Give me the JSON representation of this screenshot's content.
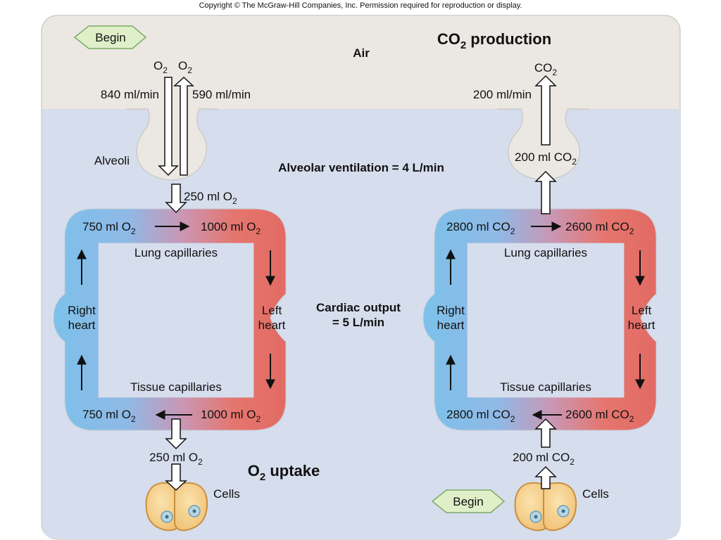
{
  "copyright": "Copyright © The McGraw-Hill Companies, Inc. Permission required for reproduction or display.",
  "begin_label": "Begin",
  "air_label": "Air",
  "co2_production": {
    "main": "CO",
    "sub": "2",
    "rest": " production"
  },
  "o2_uptake": {
    "main": "O",
    "sub": "2",
    "rest": " uptake"
  },
  "alveoli_label": "Alveoli",
  "alveolar_ventilation": "Alveolar ventilation = 4 L/min",
  "cardiac_output": {
    "line1": "Cardiac output",
    "line2": "= 5 L/min"
  },
  "left_loop": {
    "o2_in_gas": "O",
    "o2_in_sub": "2",
    "o2_out_gas": "O",
    "o2_out_sub": "2",
    "inspired_rate": "840 ml/min",
    "expired_rate": "590 ml/min",
    "lung_transfer": {
      "main": "250 ml O",
      "sub": "2"
    },
    "lung_venous": {
      "main": "750 ml O",
      "sub": "2"
    },
    "lung_arterial": {
      "main": "1000 ml O",
      "sub": "2"
    },
    "tissue_venous": {
      "main": "750 ml O",
      "sub": "2"
    },
    "tissue_arterial": {
      "main": "1000 ml O",
      "sub": "2"
    },
    "tissue_transfer": {
      "main": "250 ml O",
      "sub": "2"
    },
    "lung_capillaries": "Lung capillaries",
    "tissue_capillaries": "Tissue capillaries",
    "right_heart": {
      "line1": "Right",
      "line2": "heart"
    },
    "left_heart": {
      "line1": "Left",
      "line2": "heart"
    },
    "cells": "Cells"
  },
  "right_loop": {
    "co2_gas": {
      "main": "CO",
      "sub": "2"
    },
    "expired_rate": "200 ml/min",
    "alveoli_amount": {
      "main": "200 ml CO",
      "sub": "2"
    },
    "lung_venous": {
      "main": "2800 ml CO",
      "sub": "2"
    },
    "lung_arterial": {
      "main": "2600 ml CO",
      "sub": "2"
    },
    "tissue_venous": {
      "main": "2800 ml CO",
      "sub": "2"
    },
    "tissue_arterial": {
      "main": "2600 ml CO",
      "sub": "2"
    },
    "tissue_transfer": {
      "main": "200 ml CO",
      "sub": "2"
    },
    "lung_capillaries": "Lung capillaries",
    "tissue_capillaries": "Tissue capillaries",
    "right_heart": {
      "line1": "Right",
      "line2": "heart"
    },
    "left_heart": {
      "line1": "Left",
      "line2": "heart"
    },
    "cells": "Cells"
  },
  "colors": {
    "air": "#ebe8e3",
    "body": "#d6dded",
    "venous": "#7fc0e8",
    "arterial": "#e5726a",
    "begin_tag": "#dff0c9",
    "cells": "#f5d08a"
  }
}
